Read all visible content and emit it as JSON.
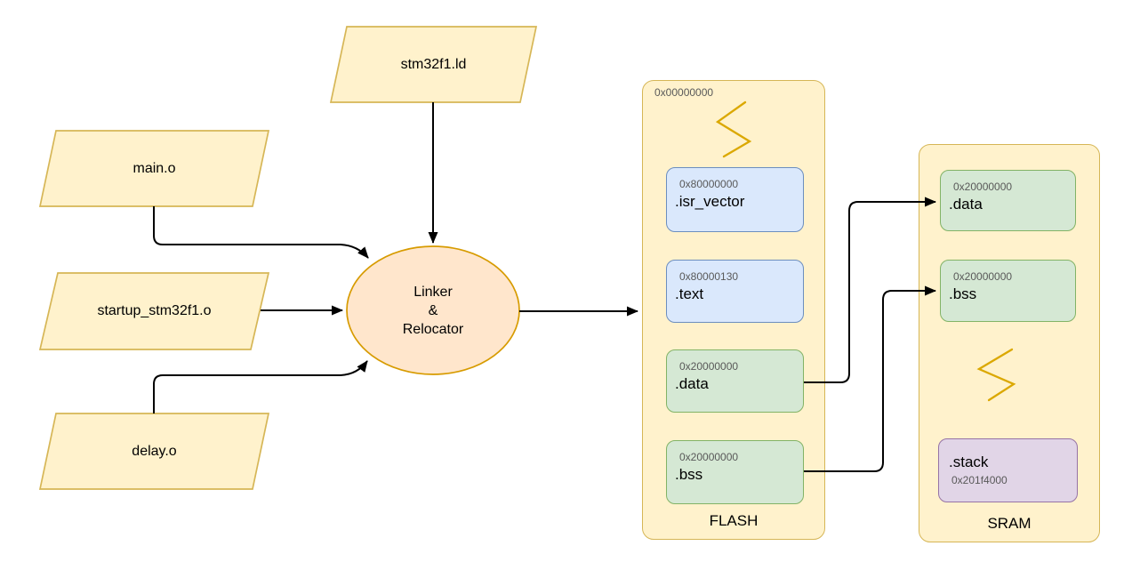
{
  "nodes": {
    "object_files": [
      {
        "label": "main.o"
      },
      {
        "label": "startup_stm32f1.o"
      },
      {
        "label": "delay.o"
      }
    ],
    "linker_script": {
      "label": "stm32f1.ld"
    },
    "linker": {
      "line1": "Linker",
      "line2": "&",
      "line3": "Relocator"
    },
    "flash": {
      "caption": "FLASH",
      "base_address": "0x00000000",
      "sections": [
        {
          "name": ".isr_vector",
          "address": "0x80000000",
          "kind": "blue"
        },
        {
          "name": ".text",
          "address": "0x80000130",
          "kind": "blue"
        },
        {
          "name": ".data",
          "address": "0x20000000",
          "kind": "green"
        },
        {
          "name": ".bss",
          "address": "0x20000000",
          "kind": "green"
        }
      ]
    },
    "sram": {
      "caption": "SRAM",
      "sections": [
        {
          "name": ".data",
          "address": "0x20000000",
          "kind": "green"
        },
        {
          "name": ".bss",
          "address": "0x20000000",
          "kind": "green"
        },
        {
          "name": ".stack",
          "address": "0x201f4000",
          "kind": "purple"
        }
      ]
    }
  },
  "edges": [
    {
      "from": "stm32f1.ld",
      "to": "linker"
    },
    {
      "from": "main.o",
      "to": "linker"
    },
    {
      "from": "startup_stm32f1.o",
      "to": "linker"
    },
    {
      "from": "delay.o",
      "to": "linker"
    },
    {
      "from": "linker",
      "to": "FLASH"
    },
    {
      "from": "FLASH..data",
      "to": "SRAM..data"
    },
    {
      "from": "FLASH..bss",
      "to": "SRAM..bss"
    }
  ],
  "palette": {
    "yellow_fill": "#FFF2CC",
    "yellow_stroke": "#D6B656",
    "orange_fill": "#FFE6CC",
    "orange_stroke": "#D79B00",
    "blue_fill": "#DAE8FC",
    "blue_stroke": "#6C8EBF",
    "green_fill": "#D5E8D4",
    "green_stroke": "#82B366",
    "purple_fill": "#E1D5E7",
    "purple_stroke": "#9673A6",
    "squiggle": "#DBA800",
    "connector": "#000000",
    "address_text": "#595959"
  }
}
